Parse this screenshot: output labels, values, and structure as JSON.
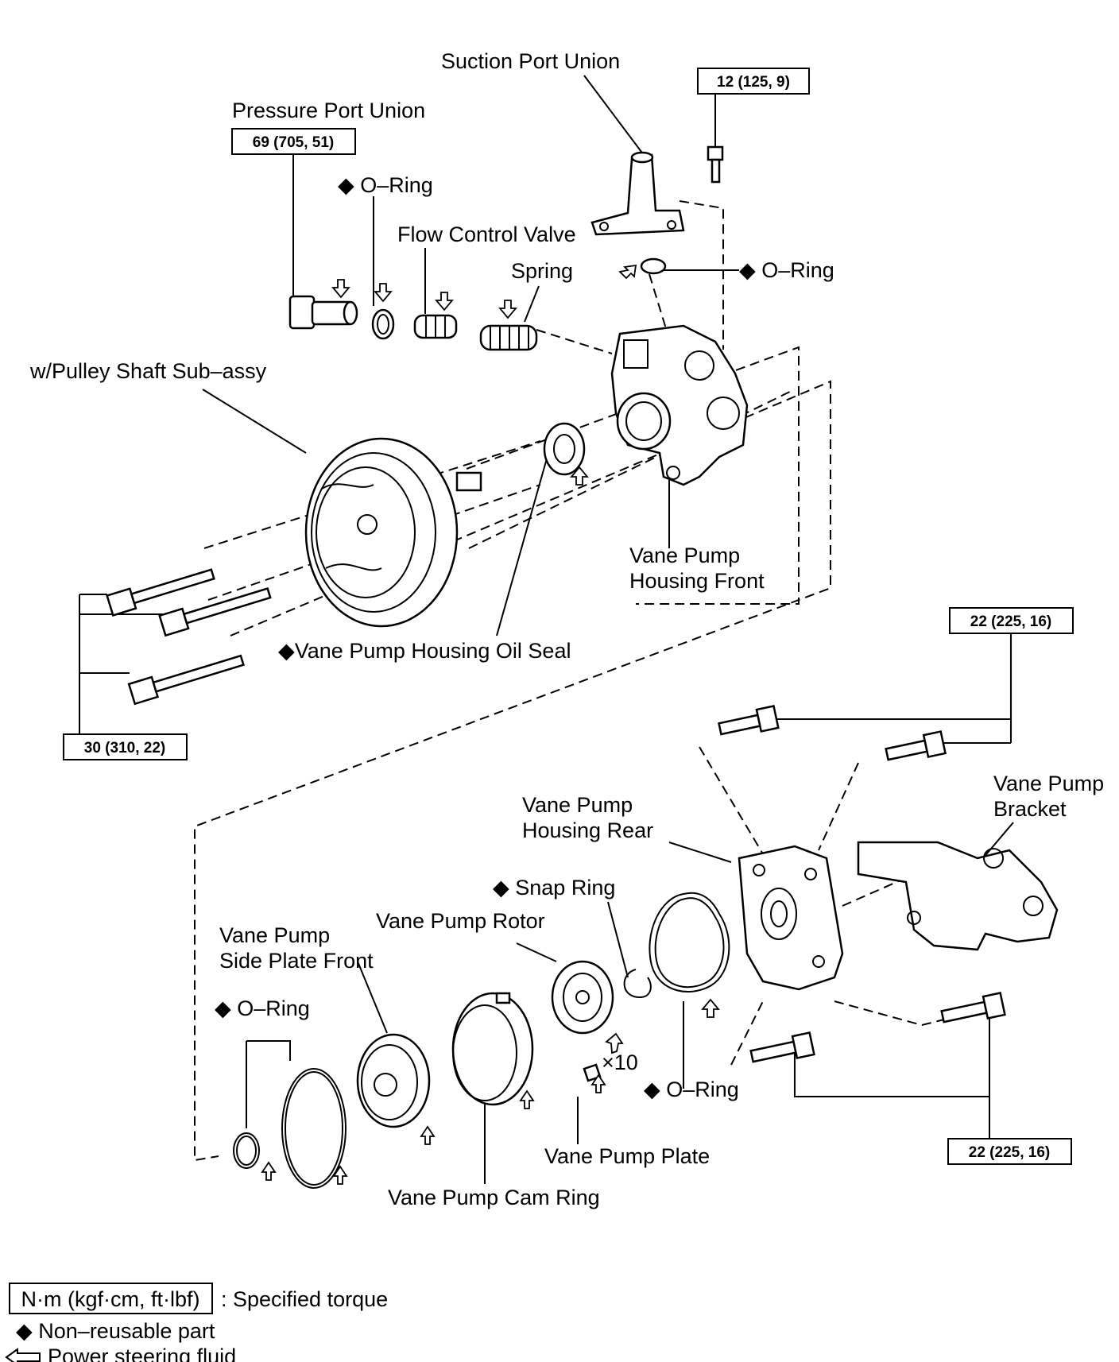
{
  "labels": {
    "suction_port_union": "Suction Port Union",
    "pressure_port_union": "Pressure Port Union",
    "o_ring_top": "◆ O–Ring",
    "flow_control_valve": "Flow Control Valve",
    "spring": "Spring",
    "o_ring_right": "◆ O–Ring",
    "pulley_shaft": "w/Pulley Shaft Sub–assy",
    "housing_front_1": "Vane Pump",
    "housing_front_2": "Housing Front",
    "oil_seal": "◆Vane Pump Housing Oil Seal",
    "bracket_1": "Vane Pump",
    "bracket_2": "Bracket",
    "housing_rear_1": "Vane Pump",
    "housing_rear_2": "Housing Rear",
    "snap_ring": "◆ Snap Ring",
    "rotor": "Vane Pump Rotor",
    "side_plate_1": "Vane Pump",
    "side_plate_2": "Side Plate Front",
    "o_ring_left": "◆ O–Ring",
    "times_ten": "×10",
    "o_ring_bottom": "◆ O–Ring",
    "vane_plate": "Vane Pump Plate",
    "cam_ring": "Vane Pump Cam Ring"
  },
  "torques": {
    "bolt_top": "12 (125, 9)",
    "pressure_port": "69 (705, 51)",
    "pulley_bolts": "30 (310, 22)",
    "rear_upper": "22 (225, 16)",
    "rear_lower": "22 (225, 16)"
  },
  "legend": {
    "torque_box": "N·m (kgf·cm, ft·lbf)",
    "torque_text": ": Specified torque",
    "non_reusable": "◆ Non–reusable part",
    "fluid": "Power steering fluid"
  },
  "icons": [
    "non-reusable-diamond-icon",
    "fluid-arrow-icon"
  ]
}
